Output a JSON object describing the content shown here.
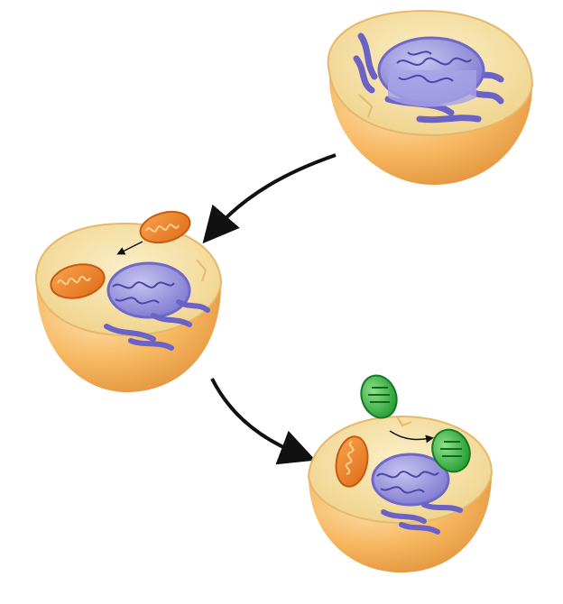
{
  "diagram": {
    "kind": "endosymbiosis-cell-sequence",
    "cells": [
      {
        "id": "ancestral-cell",
        "organelles": [
          "nucleus",
          "endoplasmic-reticulum"
        ]
      },
      {
        "id": "cell-engulfing-mitochondrion",
        "organelles": [
          "nucleus",
          "endoplasmic-reticulum",
          "mitochondrion"
        ],
        "incoming": "mitochondrion"
      },
      {
        "id": "cell-engulfing-chloroplast",
        "organelles": [
          "nucleus",
          "endoplasmic-reticulum",
          "mitochondrion",
          "chloroplast"
        ],
        "incoming": "chloroplast"
      }
    ],
    "colors": {
      "cell_outer": "#f4b45c",
      "cell_inner": "#f7e3a8",
      "nucleus": "#8a86d6",
      "er": "#6c64c8",
      "mitochondrion": "#ef8a2e",
      "chloroplast": "#3fb84a",
      "arrow": "#111111"
    }
  }
}
